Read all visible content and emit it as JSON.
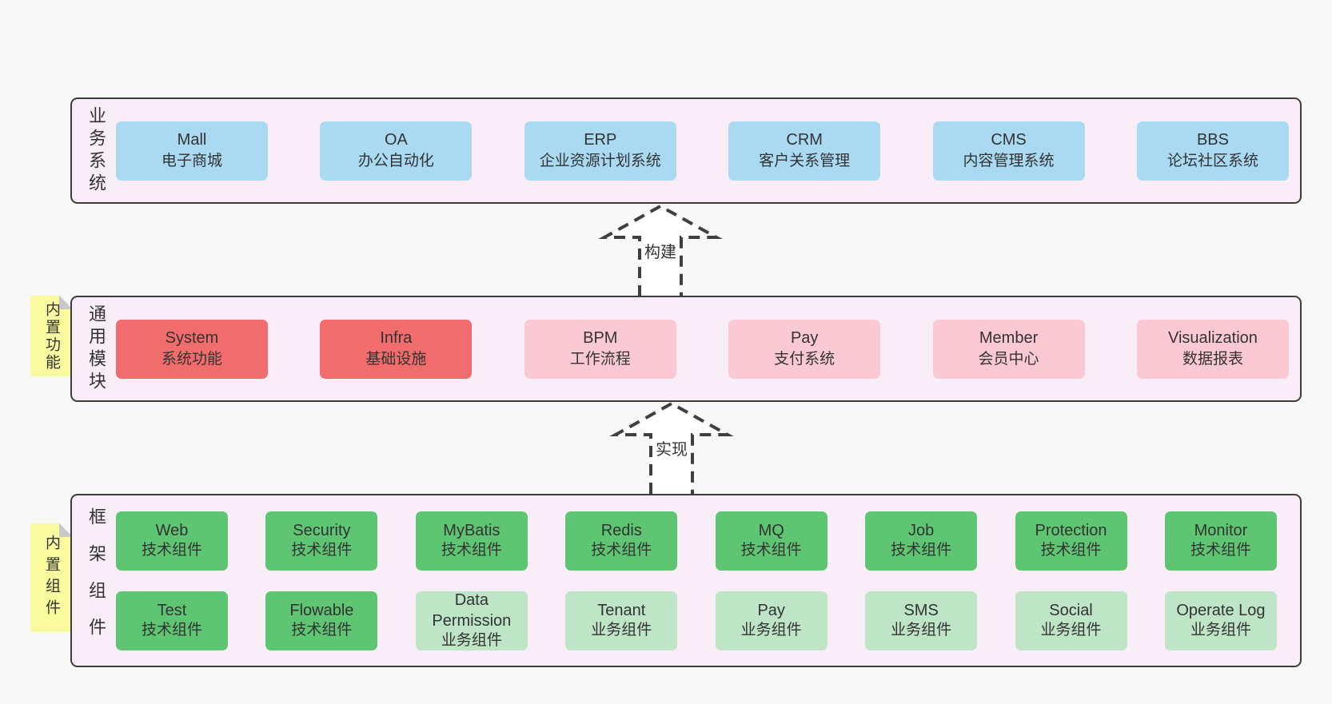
{
  "colors": {
    "page_bg": "#f8f8f8",
    "band_bg": "#f9eef7",
    "band_border": "#3d3d3d",
    "text": "#333333",
    "box_blue": "#a9daf2",
    "box_red": "#f16c6c",
    "box_pink": "#fbc9d4",
    "box_green": "#5ec573",
    "box_green_light": "#bde5c6",
    "note_yellow": "#fafa9e",
    "note_fold": "#c8c8c8",
    "arrow_stroke": "#3f3f3f",
    "arrow_fill": "#ffffff"
  },
  "notes": [
    {
      "text": "内置功能"
    },
    {
      "text": "内置组件"
    }
  ],
  "arrows": [
    {
      "label": "构建"
    },
    {
      "label": "实现"
    }
  ],
  "bands": [
    {
      "side_label": "业务系统",
      "rows": [
        [
          {
            "en": "Mall",
            "cn": "电子商城",
            "type": "blue"
          },
          {
            "en": "OA",
            "cn": "办公自动化",
            "type": "blue"
          },
          {
            "en": "ERP",
            "cn": "企业资源计划系统",
            "type": "blue"
          },
          {
            "en": "CRM",
            "cn": "客户关系管理",
            "type": "blue"
          },
          {
            "en": "CMS",
            "cn": "内容管理系统",
            "type": "blue"
          },
          {
            "en": "BBS",
            "cn": "论坛社区系统",
            "type": "blue"
          }
        ]
      ]
    },
    {
      "side_label": "通用模块",
      "rows": [
        [
          {
            "en": "System",
            "cn": "系统功能",
            "type": "red"
          },
          {
            "en": "Infra",
            "cn": "基础设施",
            "type": "red"
          },
          {
            "en": "BPM",
            "cn": "工作流程",
            "type": "pink"
          },
          {
            "en": "Pay",
            "cn": "支付系统",
            "type": "pink"
          },
          {
            "en": "Member",
            "cn": "会员中心",
            "type": "pink"
          },
          {
            "en": "Visualization",
            "cn": "数据报表",
            "type": "pink"
          }
        ]
      ]
    },
    {
      "side_label": "框架组件",
      "rows": [
        [
          {
            "en": "Web",
            "cn": "技术组件",
            "type": "green"
          },
          {
            "en": "Security",
            "cn": "技术组件",
            "type": "green"
          },
          {
            "en": "MyBatis",
            "cn": "技术组件",
            "type": "green"
          },
          {
            "en": "Redis",
            "cn": "技术组件",
            "type": "green"
          },
          {
            "en": "MQ",
            "cn": "技术组件",
            "type": "green"
          },
          {
            "en": "Job",
            "cn": "技术组件",
            "type": "green"
          },
          {
            "en": "Protection",
            "cn": "技术组件",
            "type": "green"
          },
          {
            "en": "Monitor",
            "cn": "技术组件",
            "type": "green"
          }
        ],
        [
          {
            "en": "Test",
            "cn": "技术组件",
            "type": "green"
          },
          {
            "en": "Flowable",
            "cn": "技术组件",
            "type": "green"
          },
          {
            "en": "Data Permission",
            "cn": "业务组件",
            "type": "green-light"
          },
          {
            "en": "Tenant",
            "cn": "业务组件",
            "type": "green-light"
          },
          {
            "en": "Pay",
            "cn": "业务组件",
            "type": "green-light"
          },
          {
            "en": "SMS",
            "cn": "业务组件",
            "type": "green-light"
          },
          {
            "en": "Social",
            "cn": "业务组件",
            "type": "green-light"
          },
          {
            "en": "Operate Log",
            "cn": "业务组件",
            "type": "green-light"
          }
        ]
      ]
    }
  ]
}
